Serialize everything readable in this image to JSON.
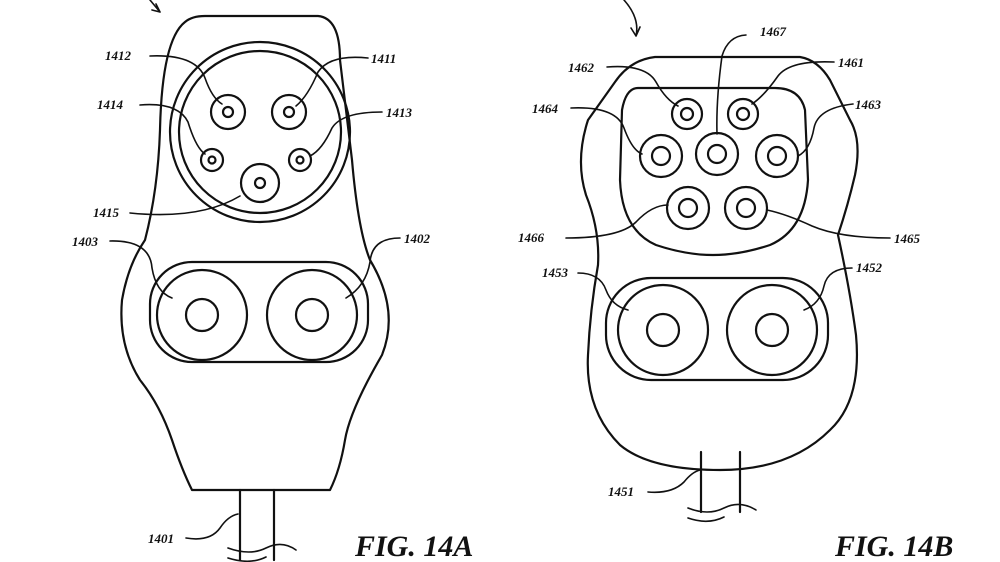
{
  "figure_a": {
    "caption": "FIG. 14A",
    "labels": {
      "l1401": "1401",
      "l1402": "1402",
      "l1403": "1403",
      "l1411": "1411",
      "l1412": "1412",
      "l1413": "1413",
      "l1414": "1414",
      "l1415": "1415"
    }
  },
  "figure_b": {
    "caption": "FIG. 14B",
    "labels": {
      "l1451": "1451",
      "l1452": "1452",
      "l1453": "1453",
      "l1461": "1461",
      "l1462": "1462",
      "l1463": "1463",
      "l1464": "1464",
      "l1465": "1465",
      "l1466": "1466",
      "l1467": "1467"
    }
  }
}
